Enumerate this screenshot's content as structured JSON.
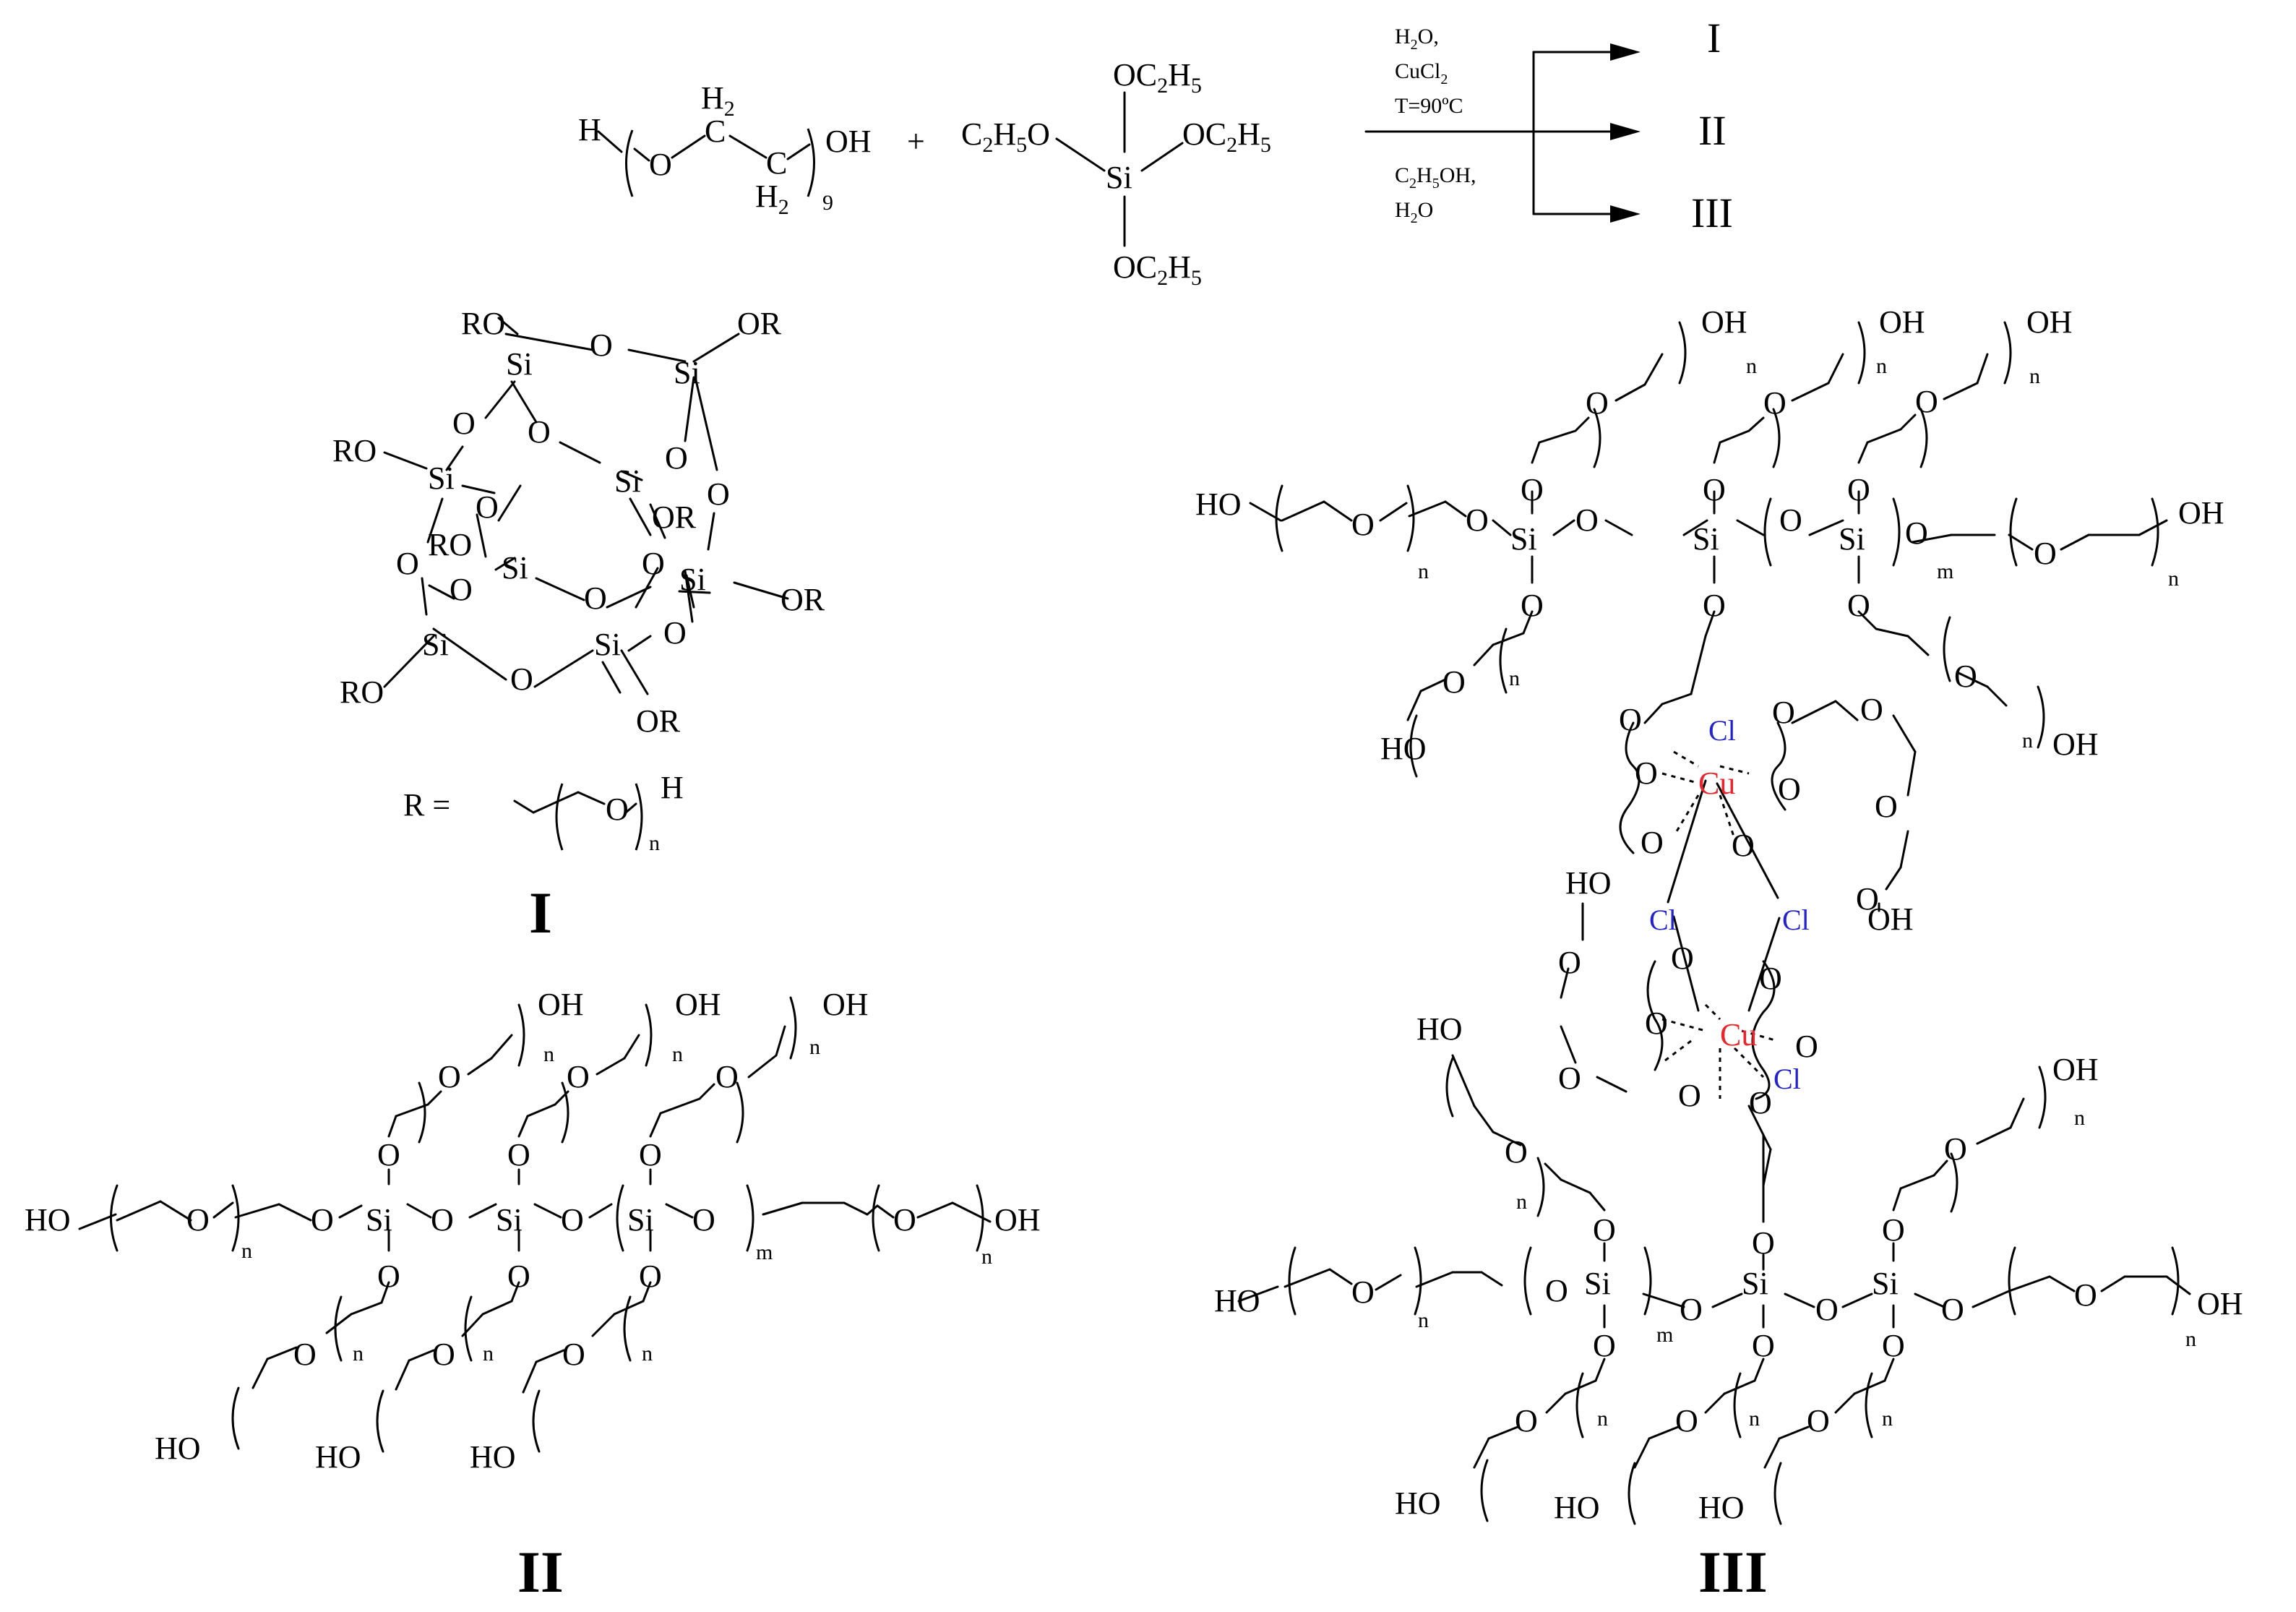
{
  "labels": {
    "compound_I": "I",
    "compound_II": "II",
    "compound_III": "III"
  },
  "reaction": {
    "plus": "+",
    "conditions_top": [
      "H₂O,",
      "CuCl₂",
      "T=90ºC"
    ],
    "conditions_bottom": [
      "C₂H₅OH,",
      "H₂O"
    ],
    "products": [
      "I",
      "II",
      "III"
    ],
    "peg_repeat_subscript": "9",
    "teos_groups": [
      "OC₂H₅",
      "C₂H₅O",
      "OC₂H₅",
      "OC₂H₅"
    ]
  },
  "substituent_definition": {
    "prefix": "R =",
    "end_group": "H",
    "repeat_subscript": "n"
  },
  "atoms": {
    "silicon": "Si",
    "oxygen": "O",
    "copper": "Cu",
    "chlorine": "Cl",
    "hydroxyl": "OH",
    "hydroxyl_left": "HO",
    "alkoxy": "OR",
    "alkoxy_left": "RO",
    "hydrogen": "H"
  },
  "subscripts": {
    "n": "n",
    "m": "m"
  },
  "colors": {
    "copper": "#e8262b",
    "chlorine": "#2323c8",
    "bonds": "#000000"
  }
}
